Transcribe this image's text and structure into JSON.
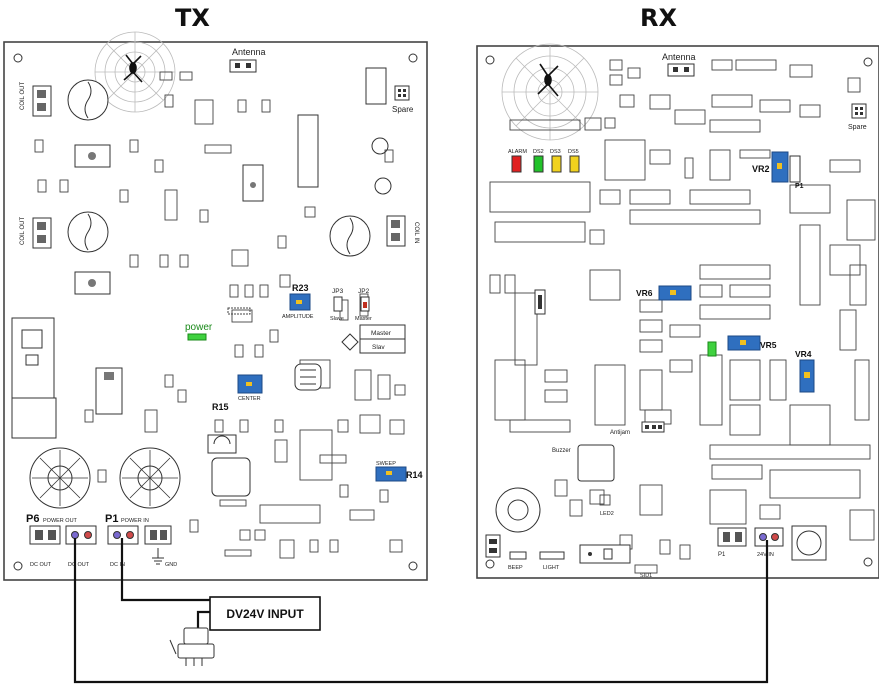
{
  "titles": {
    "tx": "TX",
    "rx": "RX"
  },
  "tx": {
    "antenna": "Antenna",
    "spare": "Spare",
    "power": "power",
    "r23": "R23",
    "amplitude": "AMPLITUDE",
    "jp3": "JP3",
    "jp2": "JP2",
    "slave": "Slave",
    "master_small": "Master",
    "master": "Master",
    "slave2": "Slav",
    "r15": "R15",
    "center": "CENTER",
    "sweep": "SWEEP",
    "r14": "R14",
    "p6": "P6",
    "p6_sub": "POWER OUT",
    "p1": "P1",
    "p1_sub": "POWER IN",
    "dc_out_1": "DC OUT",
    "dc_out_2": "DC OUT",
    "dc_in": "DC IN",
    "gnd": "GND",
    "coil_out_1": "COIL OUT",
    "coil_out_2": "COIL OUT",
    "coil_in": "COIL IN"
  },
  "rx": {
    "antenna": "Antenna",
    "spare": "Spare",
    "vr2": "VR2",
    "p1_label": "P1",
    "vr6": "VR6",
    "vr5": "VR5",
    "vr4": "VR4",
    "antijam": "Antijam",
    "led_labels": [
      "ALARM",
      "DS2",
      "DS3",
      "DS5"
    ],
    "led_colors": [
      "#e02020",
      "#22c22a",
      "#f1d21e",
      "#f1d21e"
    ],
    "buzzer": "Buzzer",
    "p1": "P1",
    "dc_in": "24V IN",
    "beep": "BEEP",
    "light": "LIGHT",
    "led2": "LED2",
    "sid": "SID1"
  },
  "power_input": {
    "label": "DV24V INPUT"
  },
  "colors": {
    "jumper_blue": "#2f6fbf",
    "power_led": "#3fd13f",
    "wire": "#111111",
    "board_outline": "#444444"
  }
}
